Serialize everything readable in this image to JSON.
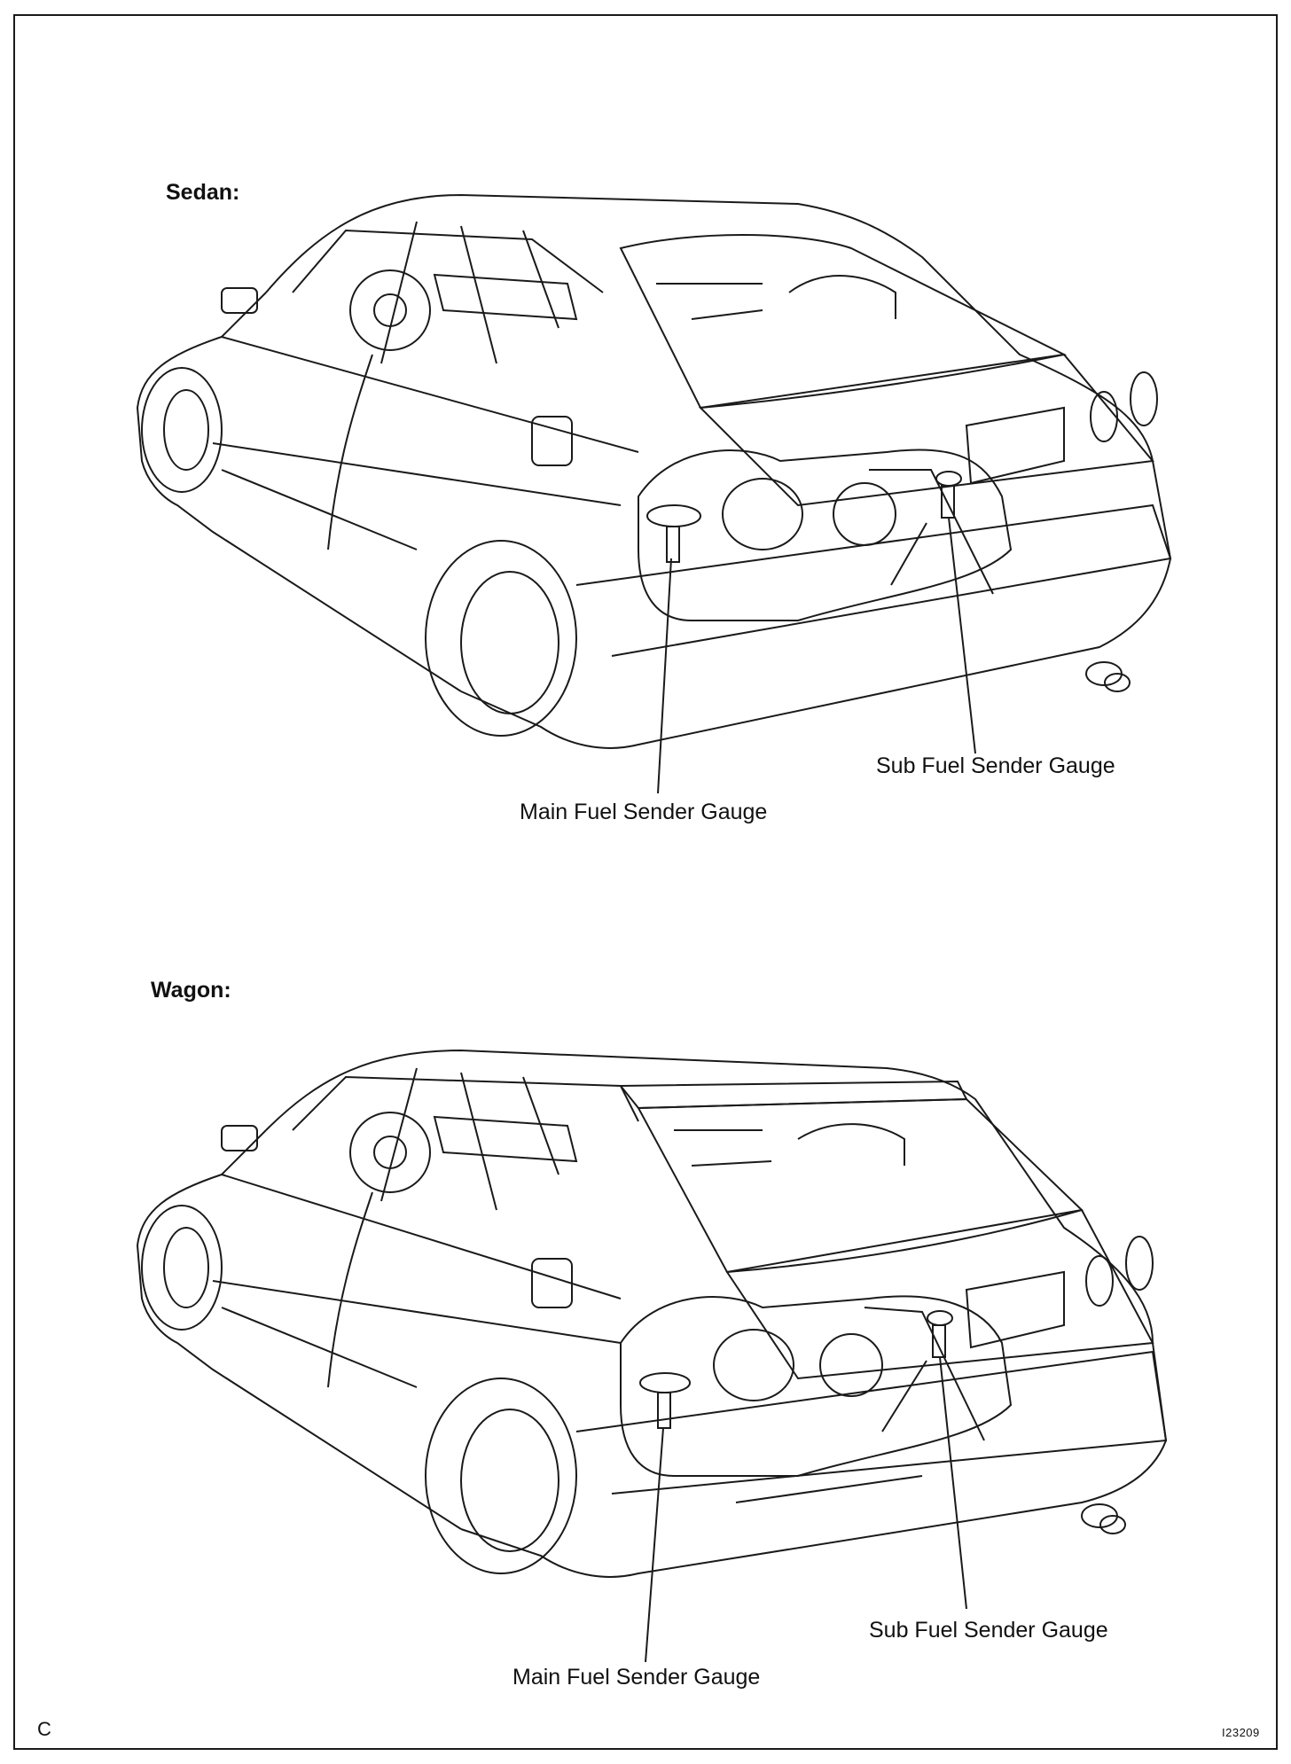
{
  "sections": [
    {
      "heading": "Sedan:",
      "main_label": "Main Fuel Sender Gauge",
      "sub_label": "Sub Fuel Sender Gauge"
    },
    {
      "heading": "Wagon:",
      "main_label": "Main Fuel Sender Gauge",
      "sub_label": "Sub Fuel Sender Gauge"
    }
  ],
  "footer": {
    "corner_code": "C",
    "figure_number": "I23209"
  }
}
